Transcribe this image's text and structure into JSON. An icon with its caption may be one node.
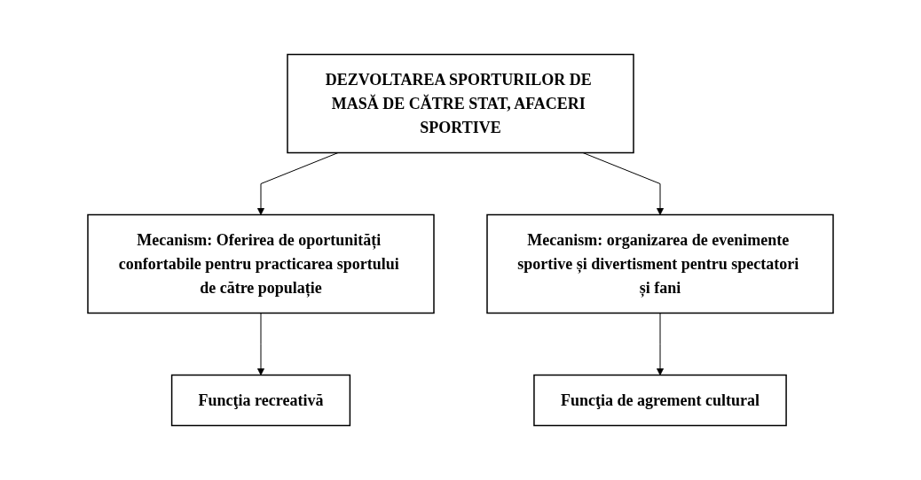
{
  "diagram": {
    "nodes": [
      {
        "text": [
          "DEZVOLTAREA SPORTURILOR DE MASĂ DE CĂTRE STAT, AFACERI SPORTIVE"
        ]
      },
      {
        "text": [
          "Mecanism: Oferirea de oportunități confortabile pentru practicarea sportului de către populație"
        ]
      },
      {
        "text": [
          "Mecanism: organizarea de evenimente sportive și divertisment pentru spectatori și fani"
        ]
      },
      {
        "text": [
          "Funcţia recreativă"
        ]
      },
      {
        "text": [
          "Funcţia de agrement cultural"
        ]
      }
    ],
    "edges": [
      {
        "from": 0,
        "to": 1,
        "arrow": "to"
      },
      {
        "from": 0,
        "to": 2,
        "arrow": "to"
      },
      {
        "from": 1,
        "to": 3,
        "arrow": "to"
      },
      {
        "from": 2,
        "to": 4,
        "arrow": "to"
      }
    ]
  }
}
